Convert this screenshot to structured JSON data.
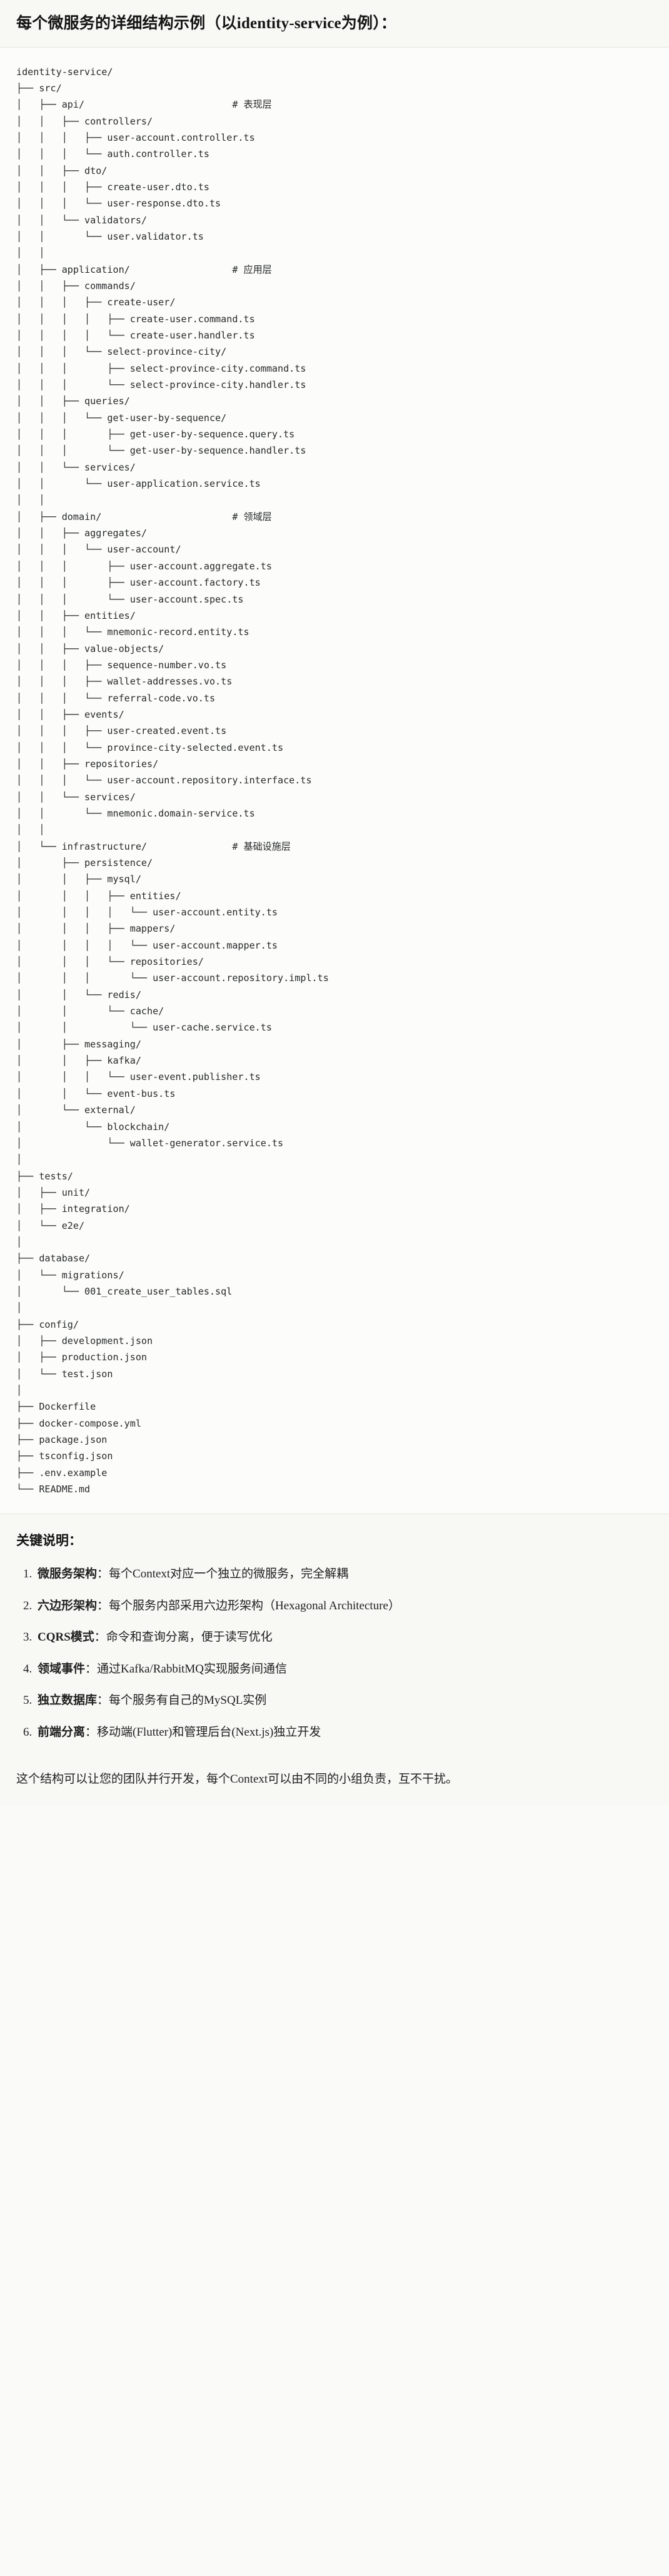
{
  "header": {
    "title": "每个微服务的详细结构示例（以identity-service为例）："
  },
  "tree": {
    "root": "identity-service/",
    "text": "identity-service/\n├── src/\n│   ├── api/                          # 表现层\n│   │   ├── controllers/\n│   │   │   ├── user-account.controller.ts\n│   │   │   └── auth.controller.ts\n│   │   ├── dto/\n│   │   │   ├── create-user.dto.ts\n│   │   │   └── user-response.dto.ts\n│   │   └── validators/\n│   │       └── user.validator.ts\n│   │\n│   ├── application/                  # 应用层\n│   │   ├── commands/\n│   │   │   ├── create-user/\n│   │   │   │   ├── create-user.command.ts\n│   │   │   │   └── create-user.handler.ts\n│   │   │   └── select-province-city/\n│   │   │       ├── select-province-city.command.ts\n│   │   │       └── select-province-city.handler.ts\n│   │   ├── queries/\n│   │   │   └── get-user-by-sequence/\n│   │   │       ├── get-user-by-sequence.query.ts\n│   │   │       └── get-user-by-sequence.handler.ts\n│   │   └── services/\n│   │       └── user-application.service.ts\n│   │\n│   ├── domain/                       # 领域层\n│   │   ├── aggregates/\n│   │   │   └── user-account/\n│   │   │       ├── user-account.aggregate.ts\n│   │   │       ├── user-account.factory.ts\n│   │   │       └── user-account.spec.ts\n│   │   ├── entities/\n│   │   │   └── mnemonic-record.entity.ts\n│   │   ├── value-objects/\n│   │   │   ├── sequence-number.vo.ts\n│   │   │   ├── wallet-addresses.vo.ts\n│   │   │   └── referral-code.vo.ts\n│   │   ├── events/\n│   │   │   ├── user-created.event.ts\n│   │   │   └── province-city-selected.event.ts\n│   │   ├── repositories/\n│   │   │   └── user-account.repository.interface.ts\n│   │   └── services/\n│   │       └── mnemonic.domain-service.ts\n│   │\n│   └── infrastructure/               # 基础设施层\n│       ├── persistence/\n│       │   ├── mysql/\n│       │   │   ├── entities/\n│       │   │   │   └── user-account.entity.ts\n│       │   │   ├── mappers/\n│       │   │   │   └── user-account.mapper.ts\n│       │   │   └── repositories/\n│       │   │       └── user-account.repository.impl.ts\n│       │   └── redis/\n│       │       └── cache/\n│       │           └── user-cache.service.ts\n│       ├── messaging/\n│       │   ├── kafka/\n│       │   │   └── user-event.publisher.ts\n│       │   └── event-bus.ts\n│       └── external/\n│           └── blockchain/\n│               └── wallet-generator.service.ts\n│\n├── tests/\n│   ├── unit/\n│   ├── integration/\n│   └── e2e/\n│\n├── database/\n│   └── migrations/\n│       └── 001_create_user_tables.sql\n│\n├── config/\n│   ├── development.json\n│   ├── production.json\n│   └── test.json\n│\n├── Dockerfile\n├── docker-compose.yml\n├── package.json\n├── tsconfig.json\n├── .env.example\n└── README.md",
    "layer_comments": [
      {
        "path": "api/",
        "comment": "# 表现层"
      },
      {
        "path": "application/",
        "comment": "# 应用层"
      },
      {
        "path": "domain/",
        "comment": "# 领域层"
      },
      {
        "path": "infrastructure/",
        "comment": "# 基础设施层"
      }
    ]
  },
  "notes": {
    "title": "关键说明：",
    "items": [
      {
        "term": "微服务架构",
        "text": "：每个Context对应一个独立的微服务，完全解耦"
      },
      {
        "term": "六边形架构",
        "text": "：每个服务内部采用六边形架构（Hexagonal Architecture）"
      },
      {
        "term": "CQRS模式",
        "text": "：命令和查询分离，便于读写优化"
      },
      {
        "term": "领域事件",
        "text": "：通过Kafka/RabbitMQ实现服务间通信"
      },
      {
        "term": "独立数据库",
        "text": "：每个服务有自己的MySQL实例"
      },
      {
        "term": "前端分离",
        "text": "：移动端(Flutter)和管理后台(Next.js)独立开发"
      }
    ],
    "footer": "这个结构可以让您的团队并行开发，每个Context可以由不同的小组负责，互不干扰。"
  }
}
